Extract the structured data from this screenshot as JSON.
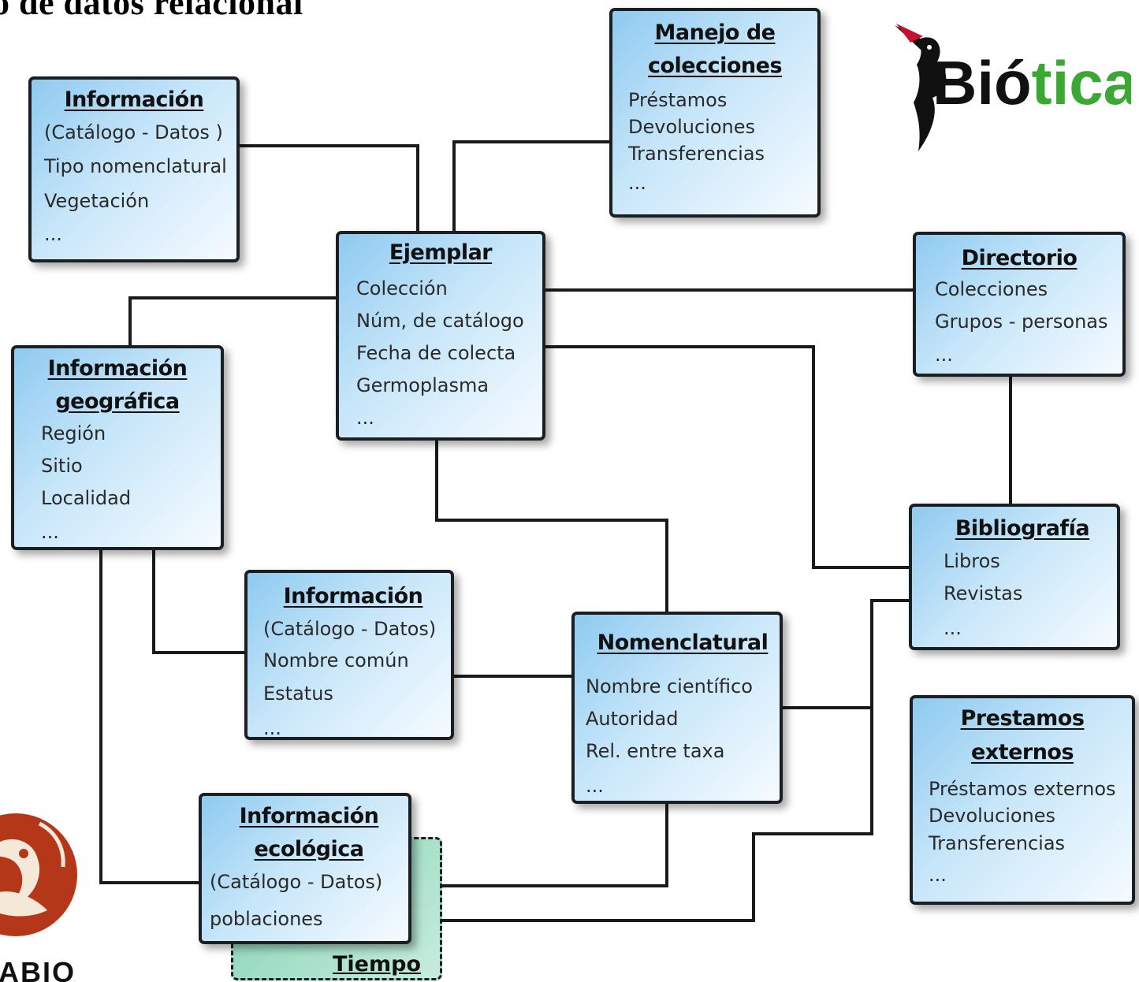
{
  "page": {
    "title": "o de datos relacional"
  },
  "boxes": {
    "catalogo": {
      "title": "Información",
      "items": [
        "(Catálogo - Datos )",
        "Tipo nomenclatural",
        "Vegetación",
        "..."
      ]
    },
    "manejo": {
      "title_lines": [
        "Manejo de",
        "colecciones"
      ],
      "items": [
        "Préstamos",
        "Devoluciones",
        "Transferencias",
        "..."
      ]
    },
    "ejemplar": {
      "title": "Ejemplar",
      "items": [
        "Colección",
        "Núm, de catálogo",
        "Fecha de colecta",
        "Germoplasma",
        "..."
      ]
    },
    "directorio": {
      "title": "Directorio",
      "items": [
        "Colecciones",
        "Grupos - personas",
        "..."
      ]
    },
    "geografica": {
      "title_lines": [
        "Información",
        "geográfica"
      ],
      "items": [
        "Región",
        "Sitio",
        "Localidad",
        "..."
      ]
    },
    "bibliografia": {
      "title": "Bibliografía",
      "items": [
        "Libros",
        "Revistas",
        "..."
      ]
    },
    "comun": {
      "title": "Información",
      "items": [
        "(Catálogo - Datos)",
        "Nombre común",
        "Estatus",
        "..."
      ]
    },
    "nomenclatural": {
      "title": "Nomenclatural",
      "items": [
        "Nombre científico",
        "Autoridad",
        "Rel. entre taxa",
        "..."
      ]
    },
    "prestamos": {
      "title_lines": [
        "Prestamos",
        "externos"
      ],
      "items": [
        "Préstamos externos",
        "Devoluciones",
        "Transferencias",
        "..."
      ]
    },
    "ecologica": {
      "title_lines": [
        "Información",
        "ecológica"
      ],
      "items": [
        "(Catálogo - Datos)",
        "poblaciones"
      ]
    }
  },
  "tiempo": {
    "label": "Tiempo"
  },
  "logos": {
    "biotica": {
      "text_a": "Bió",
      "text_b": "tica",
      "color_a": "#111111",
      "color_b": "#3aa832",
      "icon": "woodpecker-icon"
    },
    "conabio": {
      "text": "IABIO",
      "color": "#b5371a",
      "icon": "conabio-emblem-icon"
    }
  },
  "colors": {
    "box_border": "#1a1f24",
    "box_fill": "#c7e6f9",
    "tiempo_fill": "#a8dfc8",
    "connector": "#1a1a1a"
  }
}
